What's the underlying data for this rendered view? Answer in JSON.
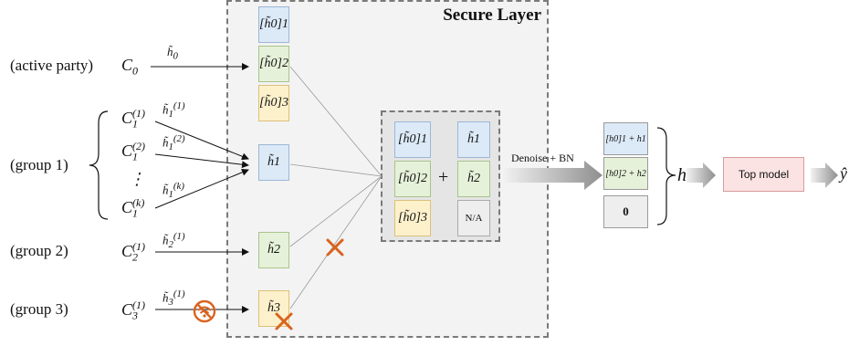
{
  "secure_layer_title": "Secure Layer",
  "parties": [
    {
      "label": "(active party)",
      "var": "C",
      "sub": "0",
      "sup": "",
      "msg": "h̃",
      "msg_sub": "0",
      "msg_sup": ""
    },
    {
      "label": "(group 1)",
      "vars": [
        {
          "var": "C",
          "sub": "1",
          "sup": "(1)",
          "msg": "h̃",
          "msg_sub": "1",
          "msg_sup": "(1)"
        },
        {
          "var": "C",
          "sub": "1",
          "sup": "(2)",
          "msg": "h̃",
          "msg_sub": "1",
          "msg_sup": "(2)"
        },
        {
          "var": "C",
          "sub": "1",
          "sup": "(k)",
          "msg": "h̃",
          "msg_sub": "1",
          "msg_sup": "(k)"
        }
      ],
      "dots": "⋮"
    },
    {
      "label": "(group 2)",
      "var": "C",
      "sub": "2",
      "sup": "(1)",
      "msg": "h̃",
      "msg_sub": "2",
      "msg_sup": "(1)"
    },
    {
      "label": "(group 3)",
      "var": "C",
      "sub": "3",
      "sup": "(1)",
      "msg": "h̃",
      "msg_sub": "3",
      "msg_sup": "(1)"
    }
  ],
  "stack_cells": [
    {
      "text": "[h̃0]1",
      "color": "blue"
    },
    {
      "text": "[h̃0]2",
      "color": "green"
    },
    {
      "text": "[h̃0]3",
      "color": "yellow"
    }
  ],
  "group_cells": [
    {
      "text": "h̃1",
      "color": "blue"
    },
    {
      "text": "h̃2",
      "color": "green"
    },
    {
      "text": "h̃3",
      "color": "yellow"
    }
  ],
  "agg_left": [
    "[h̃0]1",
    "[h̃0]2",
    "[h̃0]3"
  ],
  "agg_right": [
    "h̃1",
    "h̃2",
    "N/A"
  ],
  "plus": "+",
  "process_label": "Denoise + BN",
  "output_cells": [
    "[h0]1 + h1",
    "[h0]2 + h2",
    "0"
  ],
  "h_label": "h",
  "top_model": "Top model",
  "y_label": "ŷ",
  "colors": {
    "blue": "#dce9f7",
    "green": "#e6f1d9",
    "yellow": "#fdf1cc",
    "cross": "#d9631f",
    "pink": "#fbe3e3"
  },
  "icons": [
    "no-wifi-icon",
    "cross-mark-icon"
  ]
}
